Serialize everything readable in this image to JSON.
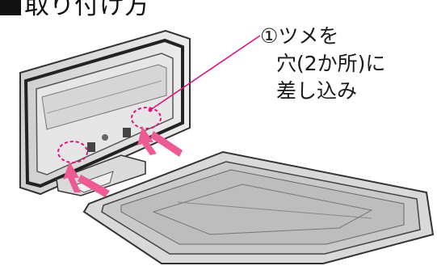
{
  "heading": {
    "square_label": "■",
    "text": "取り付け方"
  },
  "callout": {
    "lines": [
      "①ツメを",
      "穴(2か所)に",
      "差し込み"
    ]
  },
  "colors": {
    "callout_line": "#e0147c",
    "arrow": "#ec4f8c",
    "circle": "#e0147c"
  },
  "icons": {
    "door": "door-panel",
    "tray": "tray-base"
  }
}
